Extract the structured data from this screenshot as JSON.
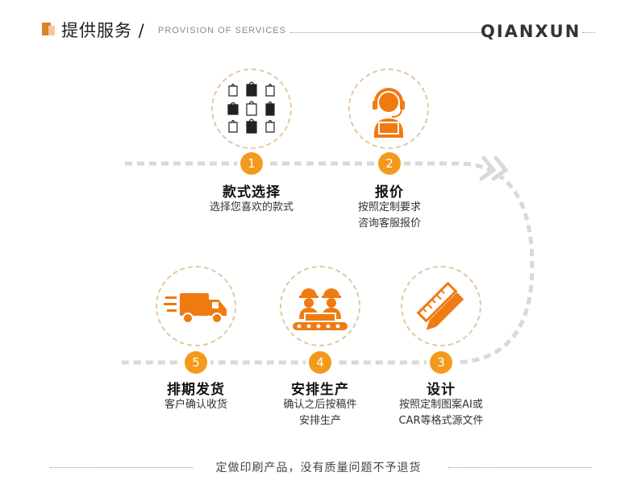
{
  "header": {
    "title": "提供服务 /",
    "subtitle": "PROVISION OF SERVICES",
    "brand": "QIANXUN"
  },
  "colors": {
    "accent": "#f39a1c",
    "ring": "#e3c7a4",
    "path": "#d9d9d9"
  },
  "steps": [
    {
      "number": "1",
      "title": "款式选择",
      "desc": [
        "选择您喜欢的款式"
      ],
      "icon": "shopping-bags-icon"
    },
    {
      "number": "2",
      "title": "报价",
      "desc": [
        "按照定制要求",
        "咨询客服报价"
      ],
      "icon": "customer-service-icon"
    },
    {
      "number": "3",
      "title": "设计",
      "desc": [
        "按照定制图案AI或",
        "CAR等格式源文件"
      ],
      "icon": "pencil-ruler-icon"
    },
    {
      "number": "4",
      "title": "安排生产",
      "desc": [
        "确认之后按稿件",
        "安排生产"
      ],
      "icon": "workers-conveyor-icon"
    },
    {
      "number": "5",
      "title": "排期发货",
      "desc": [
        "客户确认收货"
      ],
      "icon": "delivery-truck-icon"
    }
  ],
  "footer": {
    "note": "定做印刷产品，没有质量问题不予退货"
  }
}
